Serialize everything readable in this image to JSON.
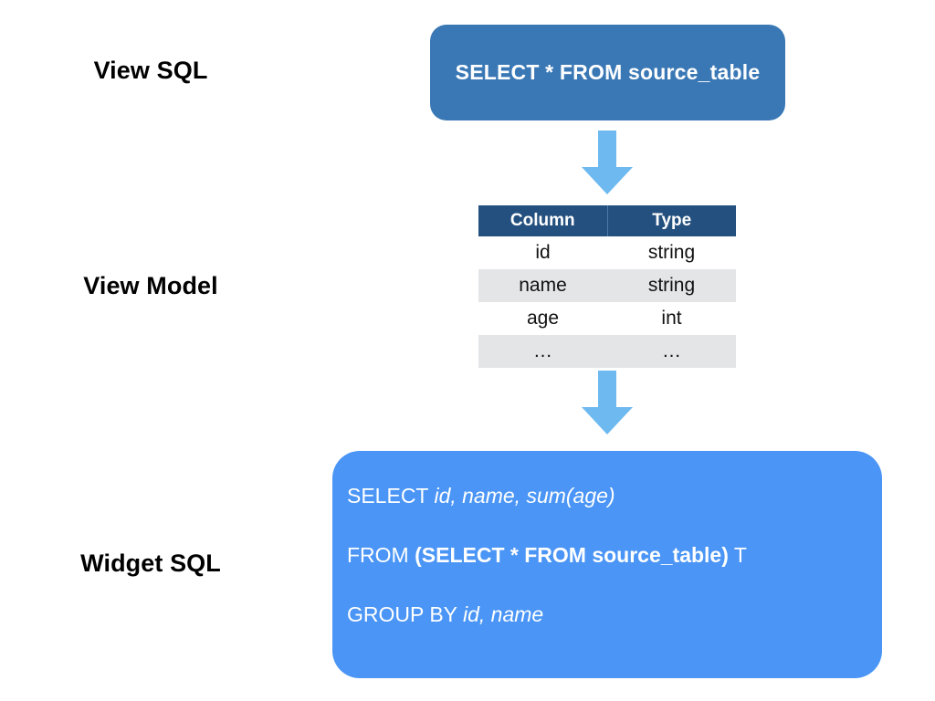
{
  "diagram": {
    "title": "View SQL to View Model to Widget SQL flow",
    "colors": {
      "view_sql_box": "#3A78B5",
      "widget_sql_box": "#4A95F5",
      "table_header": "#24507F",
      "table_stripe": "#E4E5E7",
      "arrow": "#6EBAF0",
      "label_text": "#000000",
      "box_text": "#FFFFFF"
    }
  },
  "labels": {
    "view_sql": "View SQL",
    "view_model": "View Model",
    "widget_sql": "Widget SQL"
  },
  "view_sql": {
    "statement": "SELECT * FROM source_table"
  },
  "view_model": {
    "columns": [
      "Column",
      "Type"
    ],
    "rows": [
      {
        "column": "id",
        "type": "string"
      },
      {
        "column": "name",
        "type": "string"
      },
      {
        "column": "age",
        "type": "int"
      },
      {
        "column": "…",
        "type": "…"
      }
    ]
  },
  "widget_sql": {
    "line1": {
      "keyword": "SELECT ",
      "expression": "id, name, sum(age)"
    },
    "line2": {
      "keyword": "FROM ",
      "subquery": "(SELECT * FROM source_table)",
      "alias": " T"
    },
    "line3": {
      "keyword": "GROUP BY ",
      "expression": "id, name"
    }
  },
  "arrows": {
    "top": "down-arrow",
    "bottom": "down-arrow"
  }
}
